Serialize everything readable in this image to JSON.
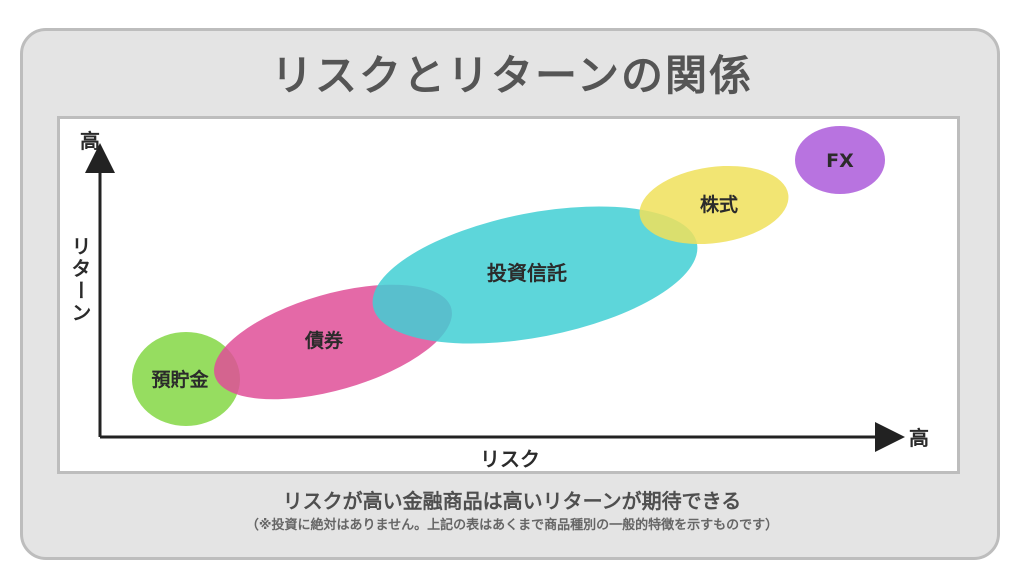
{
  "title": "リスクとリターンの関係",
  "axes": {
    "x_label": "リスク",
    "y_label": "リターン",
    "x_high": "高",
    "y_high": "高"
  },
  "items": [
    {
      "label": "預貯金",
      "color": "#8bd94f"
    },
    {
      "label": "債券",
      "color": "#df4f98"
    },
    {
      "label": "投資信託",
      "color": "#41cfd3"
    },
    {
      "label": "株式",
      "color": "#f0e05a"
    },
    {
      "label": "FX",
      "color": "#b46cde"
    }
  ],
  "caption": "リスクが高い金融商品は高いリターンが期待できる",
  "note": "（※投資に絶対はありません。上記の表はあくまで商品種別の一般的特徴を示すものです）"
}
